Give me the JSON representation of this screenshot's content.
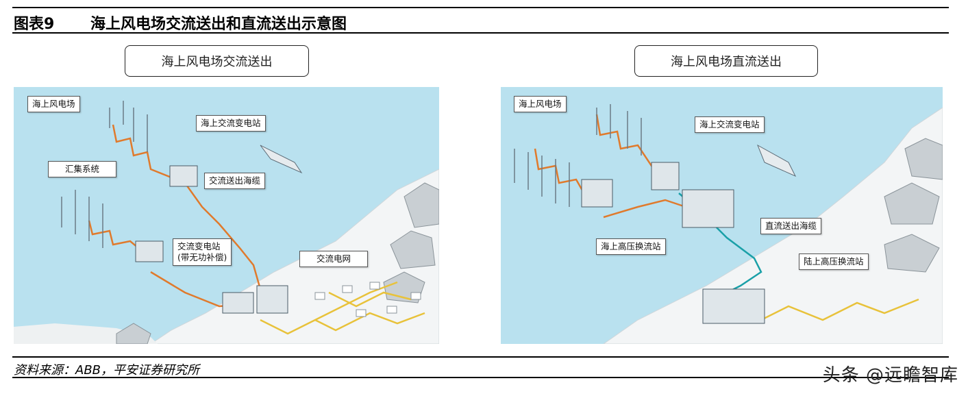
{
  "figure": {
    "number": "图表9",
    "title": "海上风电场交流送出和直流送出示意图"
  },
  "panels": [
    {
      "heading": "海上风电场交流送出",
      "labels": {
        "wind_farm": "海上风电场",
        "offshore_substation": "海上交流变电站",
        "collection_system": "汇集系统",
        "export_cable": "交流送出海缆",
        "onshore_substation": "交流变电站",
        "onshore_substation_note": "(带无功补偿)",
        "grid": "交流电网"
      }
    },
    {
      "heading": "海上风电场直流送出",
      "labels": {
        "wind_farm": "海上风电场",
        "offshore_substation": "海上交流变电站",
        "export_cable": "直流送出海缆",
        "offshore_converter": "海上高压换流站",
        "onshore_converter": "陆上高压换流站"
      }
    }
  ],
  "source": "资料来源：ABB，平安证券研究所",
  "watermark": "头条 @远瞻智库",
  "colors": {
    "sea": "#b9e1ef",
    "land": "#f4f6f7",
    "ac_cable": "#e07a2c",
    "dc_cable": "#1aa0a8",
    "grid_cable": "#e8c23a"
  }
}
